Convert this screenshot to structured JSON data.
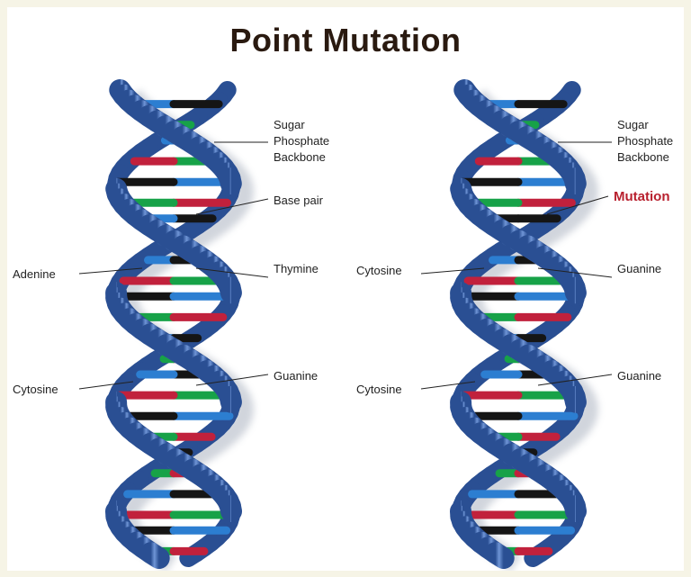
{
  "title": "Point Mutation",
  "colors": {
    "background": "#f6f4e6",
    "backbone": "#4a75c0",
    "backbone_dark": "#2a4f93",
    "adenine_red": "#c1213c",
    "thymine_blue": "#2c7ed1",
    "cytosine_green": "#17a248",
    "guanine_black": "#151515",
    "mutation_red": "#b8202e"
  },
  "left_helix": {
    "backbone_label": [
      "Sugar",
      "Phosphate",
      "Backbone"
    ],
    "base_pair_label": "Base pair",
    "top_left_label": "Adenine",
    "top_right_label": "Thymine",
    "bottom_left_label": "Cytosine",
    "bottom_right_label": "Guanine"
  },
  "right_helix": {
    "backbone_label": [
      "Sugar",
      "Phosphate",
      "Backbone"
    ],
    "mutation_label": "Mutation",
    "top_left_label": "Cytosine",
    "top_right_label": "Guanine",
    "bottom_left_label": "Cytosine",
    "bottom_right_label": "Guanine"
  }
}
